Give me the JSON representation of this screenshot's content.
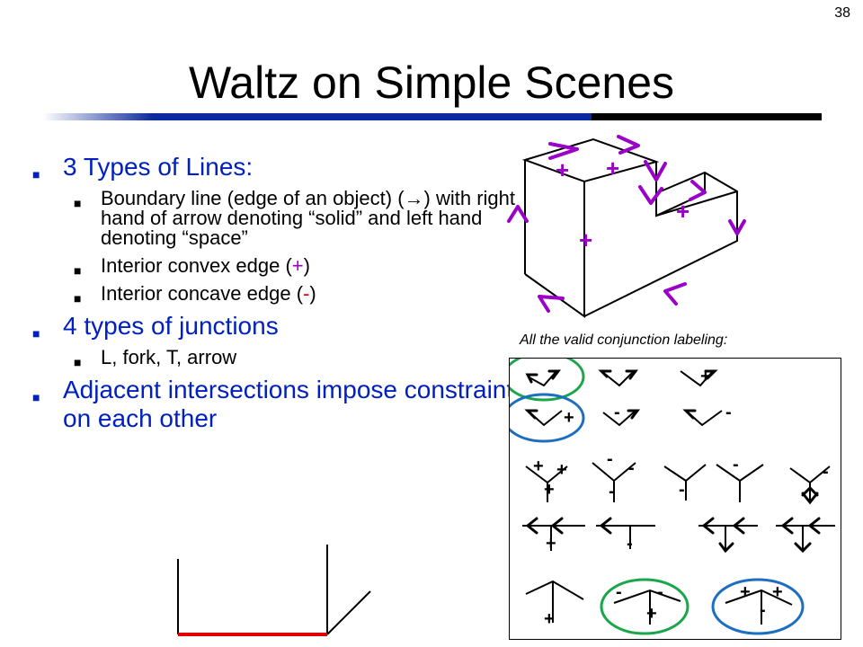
{
  "slide_number": "38",
  "title": "Waltz on Simple Scenes",
  "bullets": {
    "types_of_lines": "3 Types of Lines:",
    "boundary_1": "Boundary line (edge of an object) (",
    "boundary_arrow": "→",
    "boundary_2": ") with right hand of arrow denoting “solid” and left hand denoting “space”",
    "convex_1": "Interior convex edge (",
    "convex_sym": "+",
    "convex_2": ")",
    "concave_1": "Interior concave edge (",
    "concave_sym": "-",
    "concave_2": ")",
    "junctions": "4 types of junctions",
    "junction_types": "L, fork, T, arrow",
    "adjacent": "Adjacent intersections impose constraints on each other"
  },
  "caption": "All the valid conjunction labeling:",
  "colors": {
    "title_rule": "#0b2a9c",
    "bullet_text": "#0020c0",
    "label_purple": "#9a00c8",
    "highlight_red": "#e00000",
    "circle_green": "#1aa64a",
    "circle_blue": "#1c6fc0"
  }
}
